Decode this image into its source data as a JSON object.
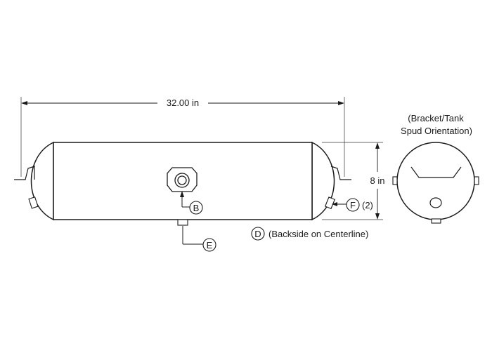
{
  "dimensions": {
    "length_label": "32.00 in",
    "height_label": "8 in"
  },
  "callouts": {
    "b": {
      "letter": "B"
    },
    "d": {
      "letter": "D",
      "note": "(Backside on Centerline)"
    },
    "e": {
      "letter": "E"
    },
    "f": {
      "letter": "F",
      "note": "(2)"
    }
  },
  "end_view": {
    "caption_line1": "(Bracket/Tank",
    "caption_line2": "Spud Orientation)"
  }
}
